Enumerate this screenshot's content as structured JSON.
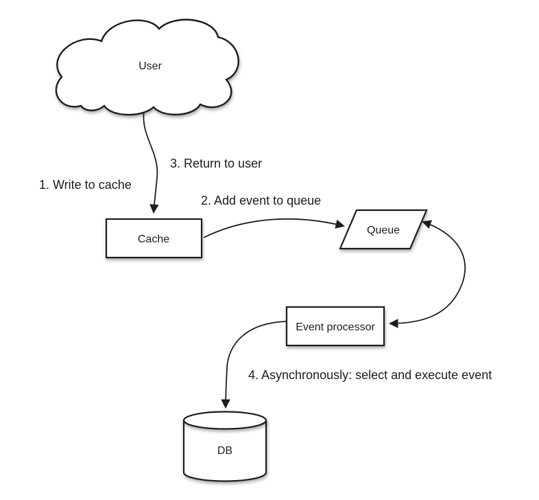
{
  "diagram": {
    "type": "flow-diagram",
    "colors": {
      "background": "#ffffff",
      "stroke": "#1d1d1d",
      "shape_fill": "#ffffff",
      "text": "#1c1c1c"
    },
    "nodes": {
      "user": {
        "label": "User",
        "shape": "cloud"
      },
      "cache": {
        "label": "Cache",
        "shape": "rectangle"
      },
      "queue": {
        "label": "Queue",
        "shape": "parallelogram"
      },
      "event_processor": {
        "label": "Event processor",
        "shape": "rectangle"
      },
      "db": {
        "label": "DB",
        "shape": "cylinder"
      }
    },
    "annotations": {
      "step1": "1. Write to cache",
      "step2": "2. Add event to queue",
      "step3": "3. Return to user",
      "step4": "4. Asynchronously: select and execute event"
    },
    "edges": [
      {
        "from": "user",
        "to": "cache",
        "arrows": "to",
        "annotations": [
          "step1",
          "step3"
        ]
      },
      {
        "from": "cache",
        "to": "queue",
        "arrows": "to",
        "annotations": [
          "step2"
        ]
      },
      {
        "from": "queue",
        "to": "event_processor",
        "arrows": "both",
        "annotations": []
      },
      {
        "from": "event_processor",
        "to": "db",
        "arrows": "to",
        "annotations": [
          "step4"
        ]
      }
    ]
  }
}
